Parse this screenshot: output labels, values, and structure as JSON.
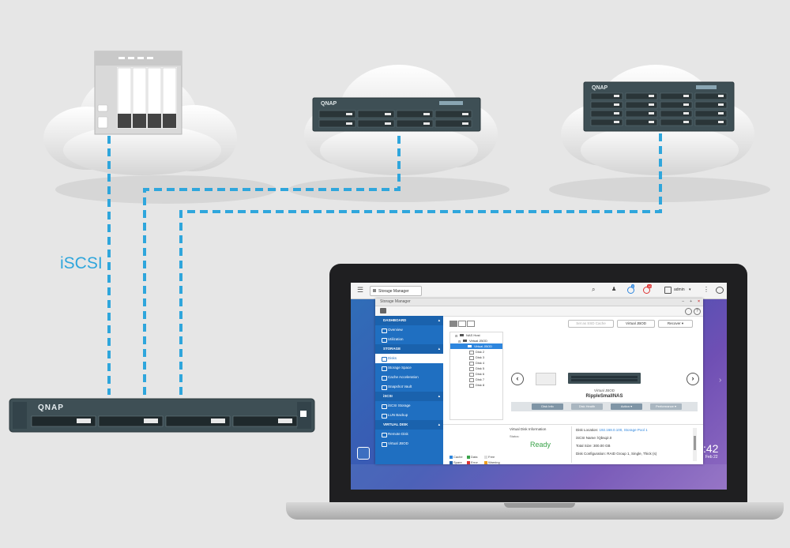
{
  "diagram": {
    "protocol_label": "iSCSI",
    "rack_brand": "QNAP",
    "colors": {
      "link": "#2fa6dc",
      "server_body": "#3e4f55",
      "cloud": "#f2f2f2",
      "background": "#e6e6e6",
      "sidebar": "#1f6fc1"
    }
  },
  "screen": {
    "app_tab": "Storage Manager",
    "user": "admin",
    "notif_count_1": "2",
    "notif_count_2": "10",
    "window_title": "Storage Manager",
    "toolbar_buttons": {
      "set_cache": "Set as SSD Cache",
      "virtual_jbod": "Virtual JBOD",
      "recover": "Recover"
    },
    "sidebar": {
      "sections": [
        "DASHBOARD",
        "STORAGE",
        "iSCSI",
        "VIRTUAL DISK"
      ],
      "dashboard_items": [
        "Overview",
        "Utilization"
      ],
      "storage_items": [
        "Disks",
        "Storage Space",
        "Cache Acceleration",
        "Snapshot Vault"
      ],
      "iscsi_items": [
        "iSCSI Storage",
        "LUN Backup"
      ],
      "virtual_disk_items": [
        "Remote Disk",
        "Virtual JBOD"
      ]
    },
    "tree": {
      "root": "NAS Host",
      "jbod": "Virtual JBOD",
      "selected": "Virtual JBOD",
      "disks": [
        "Disk 2",
        "Disk 3",
        "Disk 4",
        "Disk 5",
        "Disk 6",
        "Disk 7",
        "Disk 8"
      ]
    },
    "device": {
      "type": "Virtual JBOD",
      "name": "RippleSmallNAS"
    },
    "actions": [
      "Disk Info",
      "Disk Health",
      "Action",
      "Performance"
    ],
    "info": {
      "heading": "Virtual Disk Information",
      "status_label": "Status:",
      "status_value": "Ready",
      "location_label": "Disk Location:",
      "location_value": "192.168.0.100, Storage Pool 1",
      "iscsi_label": "iSCSI Name:",
      "iscsi_value": "lQbsq2.0",
      "size_label": "Total Size:",
      "size_value": "300.00 GB",
      "config_label": "Disk Configuration:",
      "config_value": "RAID Group 1, Single, Thick (s)"
    },
    "legend": [
      "Cache",
      "Data",
      "Free",
      "Spare",
      "Error",
      "Warning"
    ],
    "clock": ":42",
    "date": "Feb 22"
  }
}
